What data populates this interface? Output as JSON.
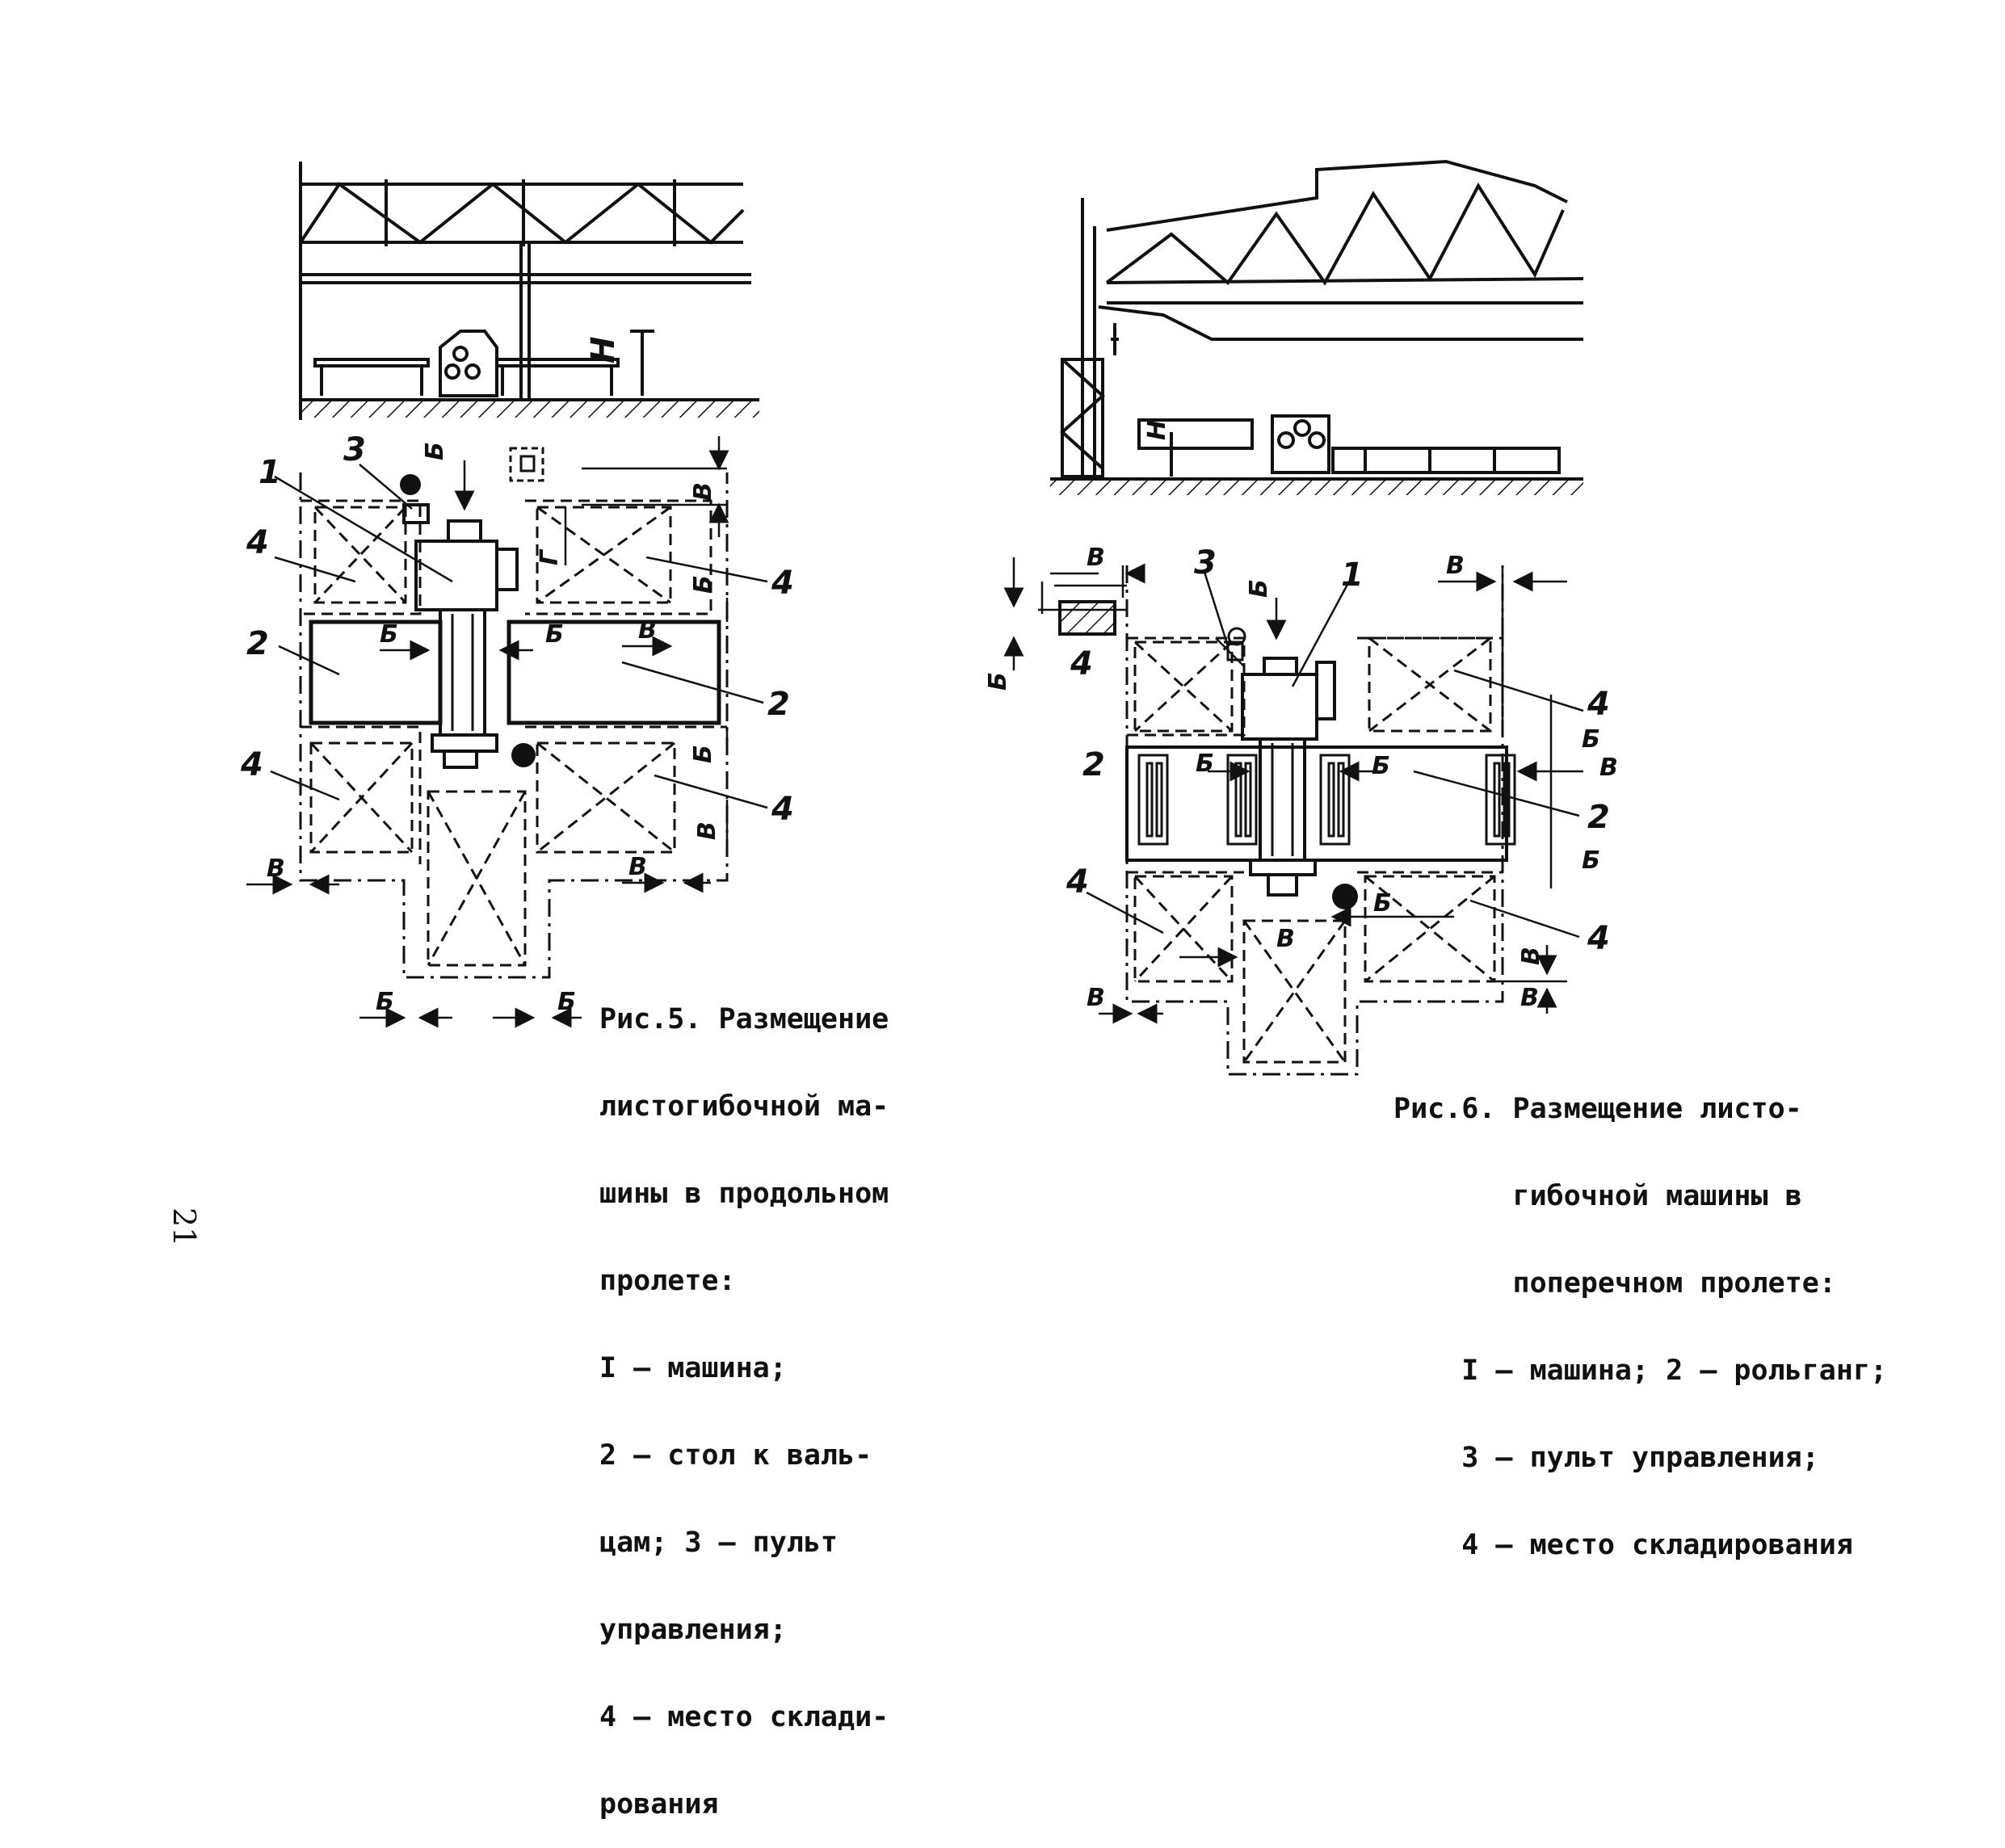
{
  "page_number": "21",
  "fig5": {
    "caption_lines": [
      "Рис.5. Размещение",
      "листогибочной ма-",
      "шины в продольном",
      "пролете:",
      "I – машина;",
      "2 – стол к валь-",
      "цам; 3 – пульт",
      "управления;",
      "4 – место склади-",
      "рования"
    ],
    "labels": {
      "n1": "1",
      "n2a": "2",
      "n2b": "2",
      "n3": "3",
      "n4a": "4",
      "n4b": "4",
      "n4c": "4",
      "n4d": "4",
      "H": "H"
    },
    "dims": {
      "b_top": "Б",
      "v_top": "В",
      "g": "Г",
      "b_right1": "Б",
      "b_right2": "Б",
      "b_mid1": "Б",
      "b_mid2": "Б",
      "v_mid": "В",
      "v_right": "В",
      "v_left_bottom": "В",
      "v_right_bottom": "В",
      "b_bottom_left": "Б",
      "b_bottom_right": "Б"
    }
  },
  "fig6": {
    "caption_lines": [
      "Рис.6. Размещение листо-",
      "       гибочной машины в",
      "       поперечном пролете:",
      "    I – машина; 2 – рольганг;",
      "    3 – пульт управления;",
      "    4 – место складирования"
    ],
    "labels": {
      "n1": "1",
      "n2a": "2",
      "n2b": "2",
      "n3": "3",
      "n4a": "4",
      "n4b": "4",
      "n4c": "4",
      "n4d": "4",
      "H": "H"
    },
    "dims": {
      "v_topleft": "В",
      "v_topright": "В",
      "b_top": "Б",
      "b_left": "Б",
      "b_mid1": "Б",
      "b_mid2": "Б",
      "b_right1": "Б",
      "v_right": "В",
      "b_right2": "Б",
      "b_lower": "Б",
      "v_lower": "В",
      "v_bottomleft": "В",
      "v_bottomright1": "В",
      "v_bottomright2": "В"
    }
  }
}
